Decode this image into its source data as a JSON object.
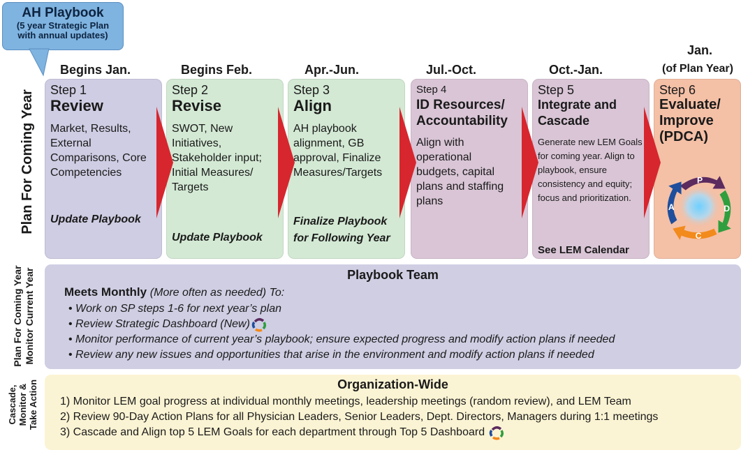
{
  "callout": {
    "title": "AH Playbook",
    "subtitle_line1": "(5 year Strategic Plan",
    "subtitle_line2": "with annual updates)"
  },
  "side_labels": {
    "plan_coming_year": "Plan For Coming Year",
    "team_line1": "Plan For Coming Year",
    "team_line2": "Monitor Current Year",
    "org_line1": "Cascade,",
    "org_line2": "Monitor &",
    "org_line3": "Take Action"
  },
  "steps": [
    {
      "timing": "Begins Jan.",
      "num": "Step 1",
      "title": "Review",
      "body": "Market, Results, External Comparisons, Core Competencies",
      "action": "Update Playbook",
      "color": "#cfcde3"
    },
    {
      "timing": "Begins Feb.",
      "num": "Step 2",
      "title": "Revise",
      "body": "SWOT, New Initiatives, Stakeholder input; Initial Measures/ Targets",
      "action": "Update Playbook",
      "color": "#d3e9d4"
    },
    {
      "timing": "Apr.-Jun.",
      "num": "Step 3",
      "title": "Align",
      "body": "AH playbook alignment, GB approval, Finalize Measures/Targets",
      "action_line1": "Finalize Playbook",
      "action_line2": "for Following Year",
      "color": "#d3e9d4"
    },
    {
      "timing": "Jul.-Oct.",
      "num": "Step 4",
      "title_line1": "ID Resources/",
      "title_line2": "Accountability",
      "body": "Align with operational budgets, capital plans and staffing plans",
      "color": "#d9c5d6"
    },
    {
      "timing": "Oct.-Jan.",
      "num": "Step 5",
      "title_line1": "Integrate and",
      "title_line2": "Cascade",
      "body": "Generate new LEM Goals for coming year. Align to playbook, ensure consistency and equity; focus and prioritization.",
      "action": "See LEM Calendar",
      "color": "#d9c5d6"
    },
    {
      "timing_line1": "Jan.",
      "timing_line2": "(of Plan Year)",
      "num": "Step 6",
      "title_line1": "Evaluate/",
      "title_line2": "Improve",
      "title_line3": "(PDCA)",
      "color": "#f4c0a6",
      "cycle": {
        "p": "P",
        "d": "D",
        "c": "C",
        "a": "A"
      }
    }
  ],
  "team": {
    "title": "Playbook Team",
    "meets_bold": "Meets Monthly",
    "meets_italic": "(More often as needed) To:",
    "items": [
      "Work on SP steps 1-6 for next year’s plan",
      "Review Strategic Dashboard (New)",
      "Monitor performance of current year’s playbook; ensure expected progress and modify action plans if needed",
      "Review any new issues and opportunities that arise in the environment and modify action plans if needed"
    ]
  },
  "org": {
    "title": "Organization-Wide",
    "items": [
      "1) Monitor LEM goal progress at individual monthly meetings, leadership meetings (random review), and LEM Team",
      "2) Review 90-Day Action Plans for all Physician Leaders, Senior Leaders, Dept. Directors, Managers during 1:1 meetings",
      "3) Cascade and Align top 5 LEM Goals for each department through Top 5 Dashboard"
    ]
  },
  "colors": {
    "chevron": "#d7262e",
    "pdca_p": "#5b2a5e",
    "pdca_d": "#2f9e3e",
    "pdca_c": "#f28a1c",
    "pdca_a": "#1f4e9c"
  }
}
